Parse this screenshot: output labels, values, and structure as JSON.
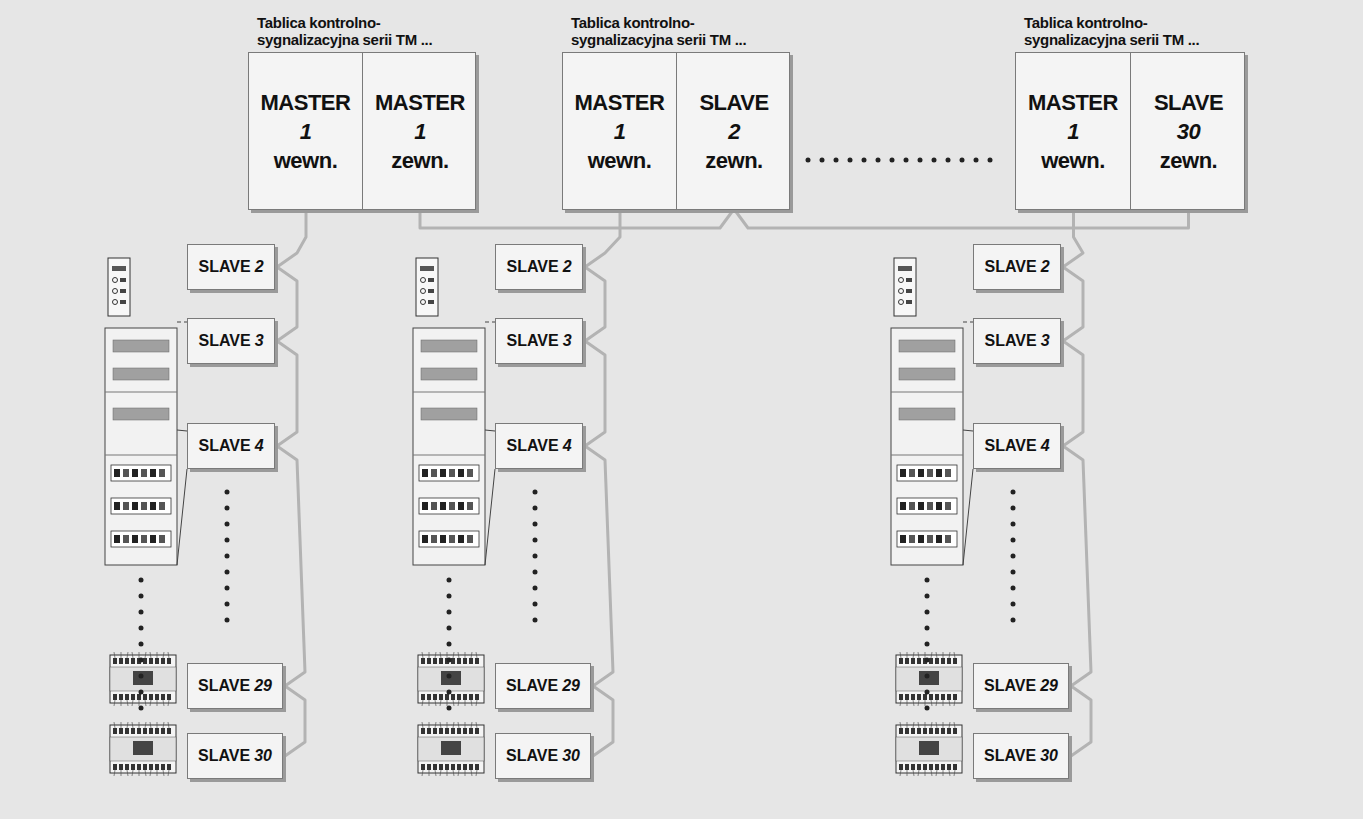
{
  "diagram": {
    "nodes": [
      {
        "text": [
          "Tablica kontrolno- sygnalizacyjna serii TM ..."
        ]
      },
      {
        "text": [
          "MASTER",
          "1",
          "wewn."
        ],
        "in": 0
      },
      {
        "text": [
          "MASTER",
          "1",
          "zewn."
        ],
        "in": 0
      },
      {
        "text": [
          "Tablica kontrolno- sygnalizacyjna serii TM ..."
        ]
      },
      {
        "text": [
          "MASTER",
          "1",
          "wewn."
        ],
        "in": 3
      },
      {
        "text": [
          "SLAVE",
          "2",
          "zewn."
        ],
        "in": 3
      },
      {
        "text": [
          "Tablica kontrolno- sygnalizacyjna serii TM ..."
        ]
      },
      {
        "text": [
          "MASTER",
          "1",
          "wewn."
        ],
        "in": 6
      },
      {
        "text": [
          "SLAVE",
          "30",
          "zewn."
        ],
        "in": 6
      },
      {
        "text": [
          "SLAVE",
          "2"
        ]
      },
      {
        "text": [
          "SLAVE",
          "3"
        ]
      },
      {
        "text": [
          "SLAVE",
          "4"
        ]
      },
      {
        "text": [
          "SLAVE",
          "29"
        ]
      },
      {
        "text": [
          "SLAVE",
          "30"
        ]
      },
      {
        "text": [
          "SLAVE",
          "2"
        ]
      },
      {
        "text": [
          "SLAVE",
          "3"
        ]
      },
      {
        "text": [
          "SLAVE",
          "4"
        ]
      },
      {
        "text": [
          "SLAVE",
          "29"
        ]
      },
      {
        "text": [
          "SLAVE",
          "30"
        ]
      },
      {
        "text": [
          "SLAVE",
          "2"
        ]
      },
      {
        "text": [
          "SLAVE",
          "3"
        ]
      },
      {
        "text": [
          "SLAVE",
          "4"
        ]
      },
      {
        "text": [
          "SLAVE",
          "29"
        ]
      },
      {
        "text": [
          "SLAVE",
          "30"
        ]
      }
    ],
    "edges": [
      {
        "from": 2,
        "to": 5,
        "arrow": "none"
      },
      {
        "from": 5,
        "to": 8,
        "arrow": "none"
      },
      {
        "from": 1,
        "to": 9,
        "arrow": "none"
      },
      {
        "from": 9,
        "to": 10,
        "arrow": "none"
      },
      {
        "from": 10,
        "to": 11,
        "arrow": "none"
      },
      {
        "from": 11,
        "to": 12,
        "arrow": "none"
      },
      {
        "from": 12,
        "to": 13,
        "arrow": "none"
      },
      {
        "from": 4,
        "to": 14,
        "arrow": "none"
      },
      {
        "from": 14,
        "to": 15,
        "arrow": "none"
      },
      {
        "from": 15,
        "to": 16,
        "arrow": "none"
      },
      {
        "from": 16,
        "to": 17,
        "arrow": "none"
      },
      {
        "from": 17,
        "to": 18,
        "arrow": "none"
      },
      {
        "from": 7,
        "to": 19,
        "arrow": "none"
      },
      {
        "from": 19,
        "to": 20,
        "arrow": "none"
      },
      {
        "from": 20,
        "to": 21,
        "arrow": "none"
      },
      {
        "from": 21,
        "to": 22,
        "arrow": "none"
      },
      {
        "from": 22,
        "to": 23,
        "arrow": "none"
      }
    ]
  }
}
